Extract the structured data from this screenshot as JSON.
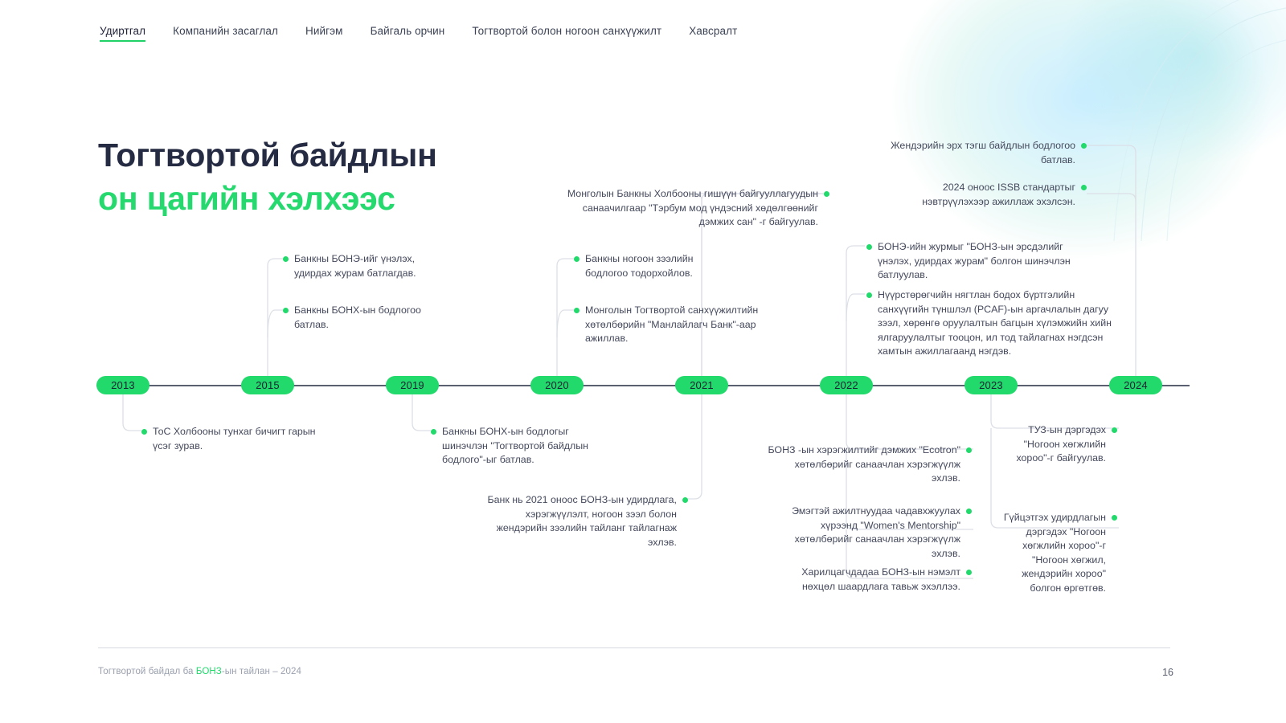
{
  "nav": {
    "items": [
      {
        "label": "Удиртгал",
        "active": true
      },
      {
        "label": "Компанийн засаглал",
        "active": false
      },
      {
        "label": "Нийгэм",
        "active": false
      },
      {
        "label": "Байгаль орчин",
        "active": false
      },
      {
        "label": "Тогтвортой болон ногоон санхүүжилт",
        "active": false
      },
      {
        "label": "Хавсралт",
        "active": false
      }
    ]
  },
  "title": {
    "line1": "Тогтвортой байдлын",
    "line2": "он цагийн хэлхээс"
  },
  "colors": {
    "accent_green": "#22d96c",
    "title_dark": "#252b42",
    "body_text": "#44495c",
    "axis": "#5a6070"
  },
  "timeline": {
    "years": [
      "2013",
      "2015",
      "2019",
      "2020",
      "2021",
      "2022",
      "2023",
      "2024"
    ],
    "events_above": [
      {
        "year": "2015",
        "text": "Банкны БОНЭ-ийг үнэлэх, удирдах журам батлагдав."
      },
      {
        "year": "2015",
        "text": "Банкны БОНХ-ын бодлогоо батлав."
      },
      {
        "year": "2020",
        "text": "Банкны ногоон зээлийн бодлогоо тодорхойлов."
      },
      {
        "year": "2020",
        "text": "Монголын Тогтвортой санхүүжилтийн хөтөлбөрийн \"Манлайлагч Банк\"-аар ажиллав."
      },
      {
        "year": "2021",
        "text": "Монголын Банкны Холбооны гишүүн байгууллагуудын санаачилгаар \"Тэрбум мод үндэсний хөдөлгөөнийг дэмжих сан\" -г байгуулав."
      },
      {
        "year": "2024",
        "text": "Жендэрийн эрх тэгш байдлын бодлогоо батлав."
      },
      {
        "year": "2024",
        "text": "2024 оноос ISSB стандартыг нэвтрүүлэхээр ажиллаж эхэлсэн."
      },
      {
        "year": "2022",
        "text": "БОНЭ-ийн журмыг \"БОНЗ-ын эрсдэлийг үнэлэх, удирдах журам\" болгон шинэчлэн батлуулав."
      },
      {
        "year": "2022",
        "text": "Нүүрстөрөгчийн нягтлан бодох бүртгэлийн санхүүгийн түншлэл (PCAF)-ын аргачлалын дагуу зээл, хөрөнгө оруулалтын багцын хүлэмжийн хийн ялгаруулалтыг тооцон, ил тод тайлагнах нэгдсэн хамтын ажиллагаанд нэгдэв."
      }
    ],
    "events_below": [
      {
        "year": "2013",
        "text": "ТоС Холбооны тунхаг бичигт гарын үсэг зурав."
      },
      {
        "year": "2019",
        "text": "Банкны БОНХ-ын бодлогыг шинэчлэн \"Тогтвортой байдлын бодлого\"-ыг батлав."
      },
      {
        "year": "2021",
        "text": "Банк нь 2021 оноос БОНЗ-ын удирдлага, хэрэгжүүлэлт, ногоон зээл болон жендэрийн зээлийн тайланг тайлагнаж эхлэв."
      },
      {
        "year": "2022",
        "text": "БОНЗ -ын хэрэгжилтийг дэмжих \"Ecotron\" хөтөлбөрийг санаачлан хэрэгжүүлж эхлэв."
      },
      {
        "year": "2022",
        "text": "Эмэгтэй ажилтнуудаа чадавхжуулах хүрээнд \"Women's Mentorship\" хөтөлбөрийг санаачлан хэрэгжүүлж эхлэв."
      },
      {
        "year": "2022",
        "text": "Харилцагчдадаа БОНЗ-ын нэмэлт нөхцөл шаардлага тавьж эхэллээ."
      },
      {
        "year": "2023",
        "text": "ТУЗ-ын дэргэдэх \"Ногоон хөгжлийн хороо\"-г байгуулав."
      },
      {
        "year": "2023",
        "text": "Гүйцэтгэх удирдлагын дэргэдэх \"Ногоон хөгжлийн хороо\"-г \"Ногоон хөгжил, жендэрийн хороо\" болгон өргөтгөв."
      }
    ]
  },
  "footer": {
    "text_plain_1": "Тогтвортой байдал ба ",
    "text_highlight": "БОНЗ",
    "text_plain_2": "-ын тайлан – 2024",
    "page_number": "16"
  }
}
